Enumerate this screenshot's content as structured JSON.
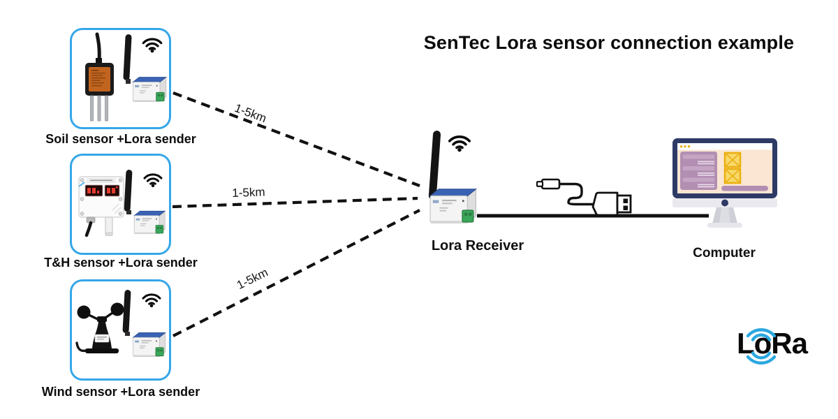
{
  "title": "SenTec Lora sensor connection example",
  "sensors": [
    {
      "label": "Soil sensor +Lora sender",
      "distance": "1-5km"
    },
    {
      "label": "T&H sensor +Lora sender",
      "distance": "1-5km"
    },
    {
      "label": "Wind sensor +Lora sender",
      "distance": "1-5km"
    }
  ],
  "receiver": {
    "label": "Lora Receiver"
  },
  "computer": {
    "label": "Computer"
  },
  "logo": {
    "text": "LoRa"
  },
  "icons": {
    "wifi": "wifi-signal-icon",
    "antenna": "antenna-icon",
    "usb_cable": "usb-cable-icon"
  },
  "colors": {
    "box_border": "#35A7E8",
    "connection_line": "#111111",
    "module_top_blue": "#3A63B4",
    "terminal_green": "#3AA65A",
    "monitor_bezel": "#2E3A66",
    "screen_bg": "#FAE6D2",
    "screen_panel_mauve": "#B28FB2",
    "screen_accent_yellow": "#EAB011",
    "logo_blue": "#2BA8E0"
  }
}
